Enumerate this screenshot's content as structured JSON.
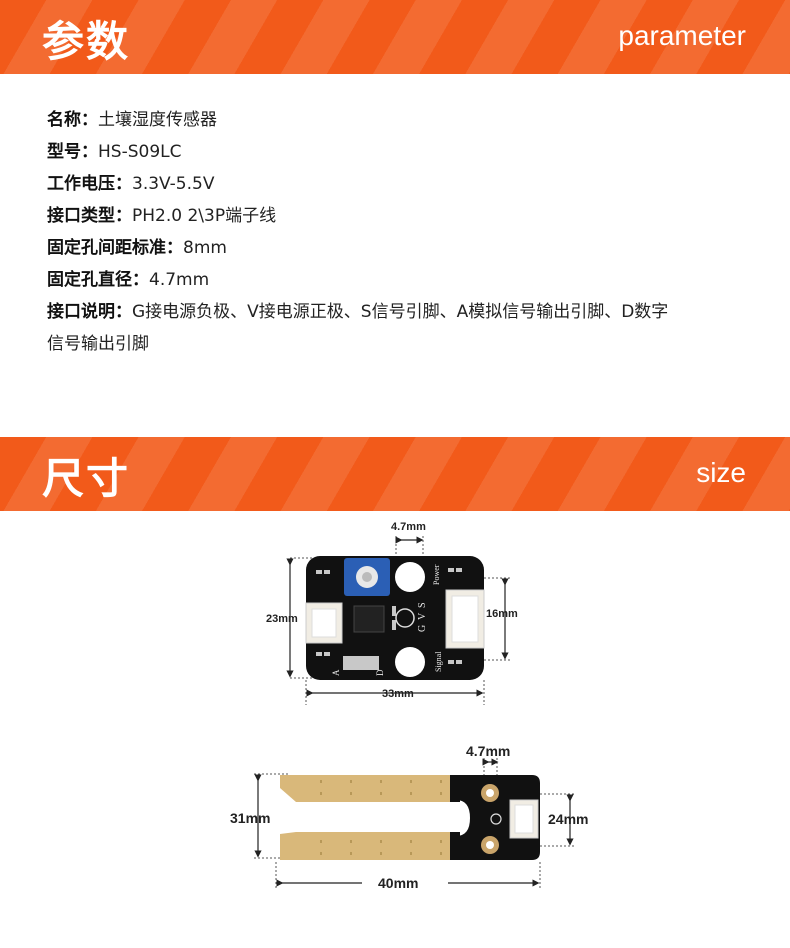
{
  "section1": {
    "title": "参数",
    "subtitle": "parameter"
  },
  "params": [
    {
      "key": "名称：",
      "value": "土壤湿度传感器"
    },
    {
      "key": "型号：",
      "value": "HS-S09LC"
    },
    {
      "key": "工作电压：",
      "value": "3.3V-5.5V"
    },
    {
      "key": "接口类型：",
      "value": "PH2.0 2\\3P端子线"
    },
    {
      "key": "固定孔间距标准：",
      "value": "8mm"
    },
    {
      "key": "固定孔直径：",
      "value": "4.7mm"
    },
    {
      "key": "接口说明：",
      "value": "G接电源负极、V接电源正极、S信号引脚、A模拟信号输出引脚、D数字"
    },
    {
      "key": "",
      "value": "信号输出引脚"
    }
  ],
  "section2": {
    "title": "尺寸",
    "subtitle": "size"
  },
  "board1": {
    "hole_dim": "4.7mm",
    "height_dim": "23mm",
    "connector_dim": "16mm",
    "width_dim": "33mm",
    "silk": {
      "power": "Power",
      "signal": "Signal",
      "a": "A",
      "d": "D",
      "g": "G",
      "v": "V",
      "s": "S"
    }
  },
  "board2": {
    "hole_dim": "4.7mm",
    "height_dim": "31mm",
    "connector_dim": "24mm",
    "width_dim": "40mm"
  },
  "colors": {
    "banner": "#f25a1a",
    "pcb": "#111111",
    "gold": "#d9b87a"
  }
}
